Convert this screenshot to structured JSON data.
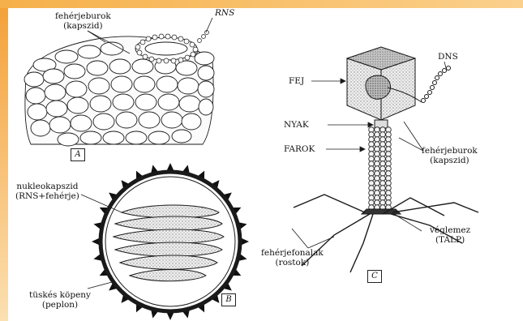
{
  "colors": {
    "frame_orange": "#f6b04a",
    "frame_orange_light": "#fbd08c",
    "ink": "#1a1a1a",
    "stipple": "#b9b9b9"
  },
  "panel_a": {
    "label_capsid": "fehérjeburok\n(kapszid)",
    "label_rna": "RNS",
    "tag": "A"
  },
  "panel_b": {
    "label_nucleocapsid": "nukleokapszid\n(RNS+fehérje)",
    "label_envelope": "tüskés köpeny\n(peplon)",
    "tag": "B"
  },
  "panel_c": {
    "label_head": "FEJ",
    "label_dna": "DNS",
    "label_neck": "NYAK",
    "label_tail": "FAROK",
    "label_capsid": "fehérjeburok\n(kapszid)",
    "label_baseplate": "véglemez\n(TALP)",
    "label_fibers": "fehérjefonalak\n(rostok)",
    "tag": "C"
  }
}
